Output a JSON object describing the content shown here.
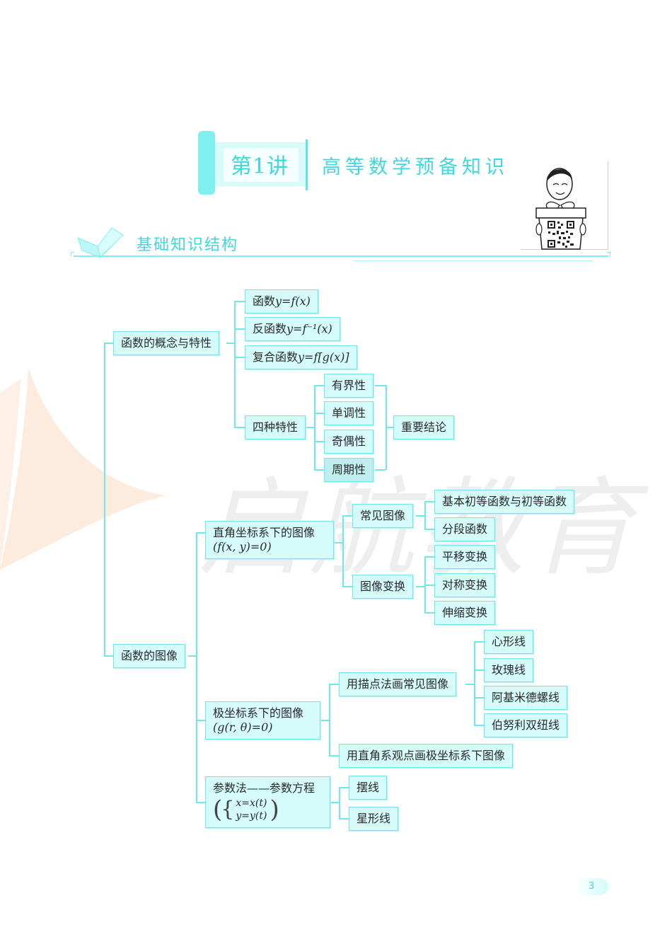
{
  "header": {
    "lecture_number": "第1讲",
    "lecture_title": "高等数学预备知识",
    "section_title": "基础知识结构"
  },
  "icons": {
    "scroll": "scroll-banner-icon",
    "book": "open-book-icon",
    "mascot": "mascot-with-qr-code",
    "watermark_logo": "sail-logo",
    "watermark_text": "启航教育"
  },
  "watermark": {
    "text": "启航教育"
  },
  "tree": {
    "concept": {
      "label": "函数的概念与特性",
      "children": [
        {
          "label_cn": "函数",
          "formula": "y=f(x)"
        },
        {
          "label_cn": "反函数",
          "formula": "y=f⁻¹(x)"
        },
        {
          "label_cn": "复合函数",
          "formula": "y=f[g(x)]"
        },
        {
          "label_cn": "四种特性",
          "formula": ""
        }
      ],
      "properties": [
        "有界性",
        "单调性",
        "奇偶性",
        "周期性"
      ],
      "conclusion": "重要结论"
    },
    "graph": {
      "label": "函数的图像",
      "cartesian": {
        "label": "直角坐标系下的图像",
        "formula": "(f(x, y)=0)",
        "common": {
          "label": "常见图像",
          "children": [
            "基本初等函数与初等函数",
            "分段函数"
          ]
        },
        "transform": {
          "label": "图像变换",
          "children": [
            "平移变换",
            "对称变换",
            "伸缩变换"
          ]
        }
      },
      "polar": {
        "label": "极坐标系下的图像",
        "formula": "(g(r, θ)=0)",
        "plotting": {
          "label": "用描点法画常见图像",
          "children": [
            "心形线",
            "玫瑰线",
            "阿基米德螺线",
            "伯努利双纽线"
          ]
        },
        "cartesian_view": "用直角系观点画极坐标系下图像"
      },
      "parametric": {
        "label": "参数法——参数方程",
        "eq1": "x=x(t)",
        "eq2": "y=y(t)",
        "children": [
          "摆线",
          "星形线"
        ]
      }
    }
  },
  "footer": {
    "page_number": "3"
  },
  "colors": {
    "accent": "#3fd8dc",
    "node_fill": "#d6fbfb",
    "node_border": "#6fe8ec",
    "line": "#6fe8ec"
  }
}
